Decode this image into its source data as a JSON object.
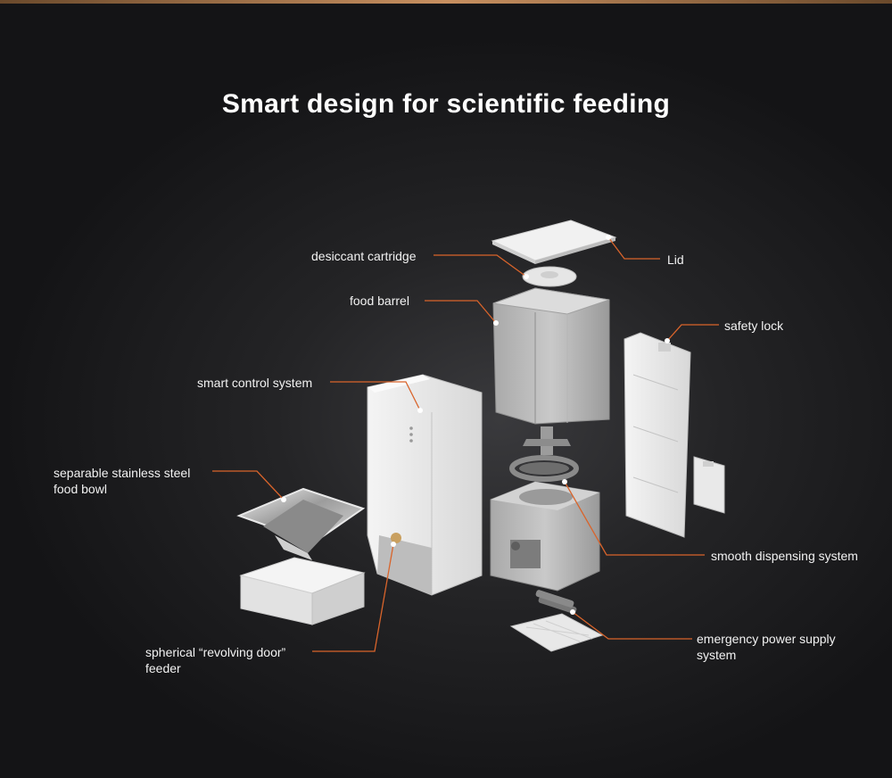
{
  "title": "Smart design for scientific feeding",
  "colors": {
    "accent": "#d9642b",
    "background": "#1a1a1c",
    "text": "#ffffff"
  },
  "labels": {
    "desiccant": "desiccant cartridge",
    "lid": "Lid",
    "food_barrel": "food barrel",
    "safety_lock": "safety lock",
    "smart_control": "smart control system",
    "food_bowl": "separable stainless steel\nfood bowl",
    "dispensing": "smooth dispensing system",
    "power": "emergency power supply\nsystem",
    "feeder": "spherical “revolving door”\nfeeder"
  }
}
